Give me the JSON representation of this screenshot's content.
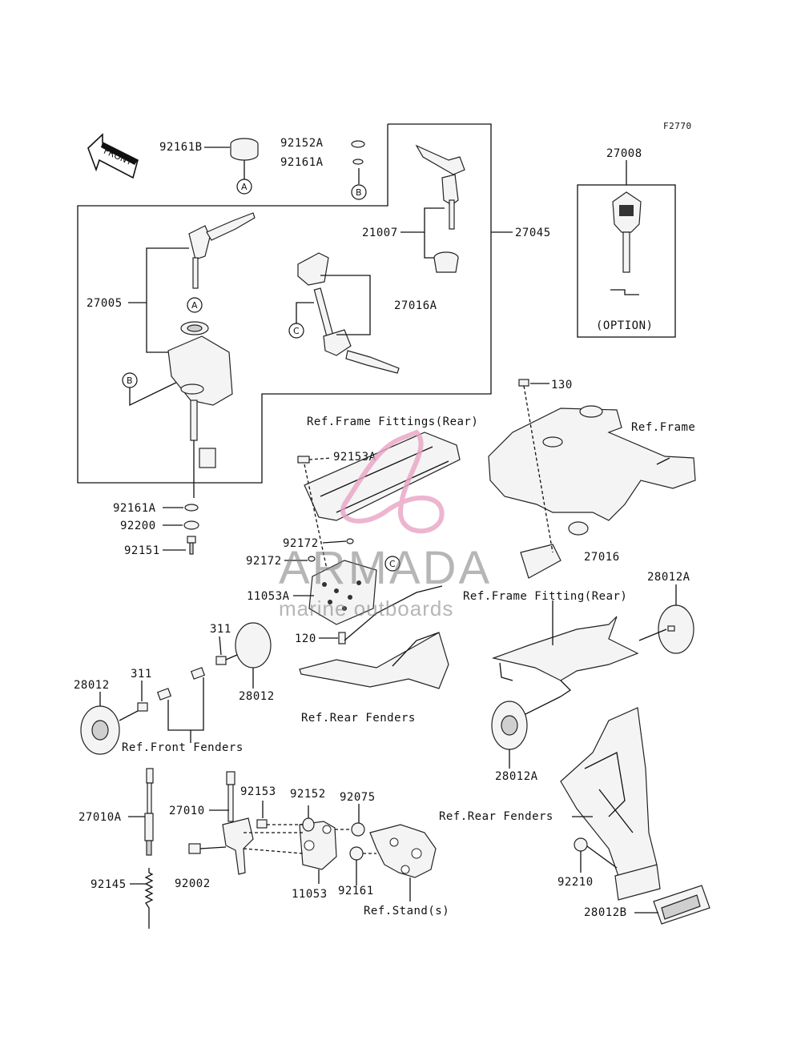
{
  "figure_code": "F2770",
  "front_label": "FRONT",
  "option_label": "(OPTION)",
  "callout_letters": {
    "a": "A",
    "b": "B",
    "c": "C"
  },
  "part_numbers": {
    "p92161B": "92161B",
    "p92152A": "92152A",
    "p92161A_top": "92161A",
    "p27008": "27008",
    "p21007": "21007",
    "p27045": "27045",
    "p27005": "27005",
    "p27016A": "27016A",
    "p130": "130",
    "p92153A": "92153A",
    "p92161A": "92161A",
    "p92200": "92200",
    "p92151": "92151",
    "p92172a": "92172",
    "p92172b": "92172",
    "p11053A": "11053A",
    "p120": "120",
    "p27016": "27016",
    "p28012A_top": "28012A",
    "p311a": "311",
    "p311b": "311",
    "p28012_left": "28012",
    "p28012_mid": "28012",
    "p28012A_bot": "28012A",
    "p27010A": "27010A",
    "p27010": "27010",
    "p92153": "92153",
    "p92152": "92152",
    "p92075": "92075",
    "p92145": "92145",
    "p92002": "92002",
    "p11053": "11053",
    "p92161": "92161",
    "p92210": "92210",
    "p28012B": "28012B"
  },
  "references": {
    "frame_fittings_rear": "Ref.Frame Fittings(Rear)",
    "frame": "Ref.Frame",
    "frame_fitting_rear": "Ref.Frame Fitting(Rear)",
    "rear_fenders_mid": "Ref.Rear Fenders",
    "front_fenders": "Ref.Front Fenders",
    "rear_fenders_right": "Ref.Rear Fenders",
    "stands": "Ref.Stand(s)"
  },
  "watermark": {
    "title": "ARMADA",
    "subtitle": "marine outboards",
    "color": "#e9a3c4"
  }
}
